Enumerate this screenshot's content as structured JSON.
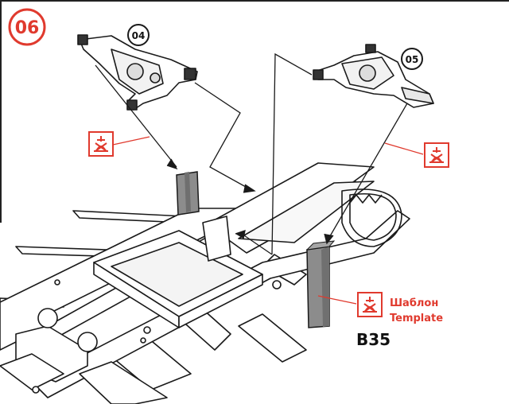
{
  "step": {
    "number": "06",
    "color": "#e03a2e"
  },
  "parts": {
    "part_a": {
      "label": "04"
    },
    "part_b": {
      "label": "05"
    },
    "part_template": {
      "label": "B35"
    }
  },
  "template_note": {
    "ru": "Шаблон",
    "en": "Template",
    "color": "#e03a2e"
  },
  "icons": [
    "glue-warning-icon",
    "glue-warning-icon",
    "glue-warning-icon"
  ],
  "colors": {
    "line": "#1a1a1a",
    "template_gray": "#8c8c8c",
    "accent_red": "#e03a2e"
  }
}
